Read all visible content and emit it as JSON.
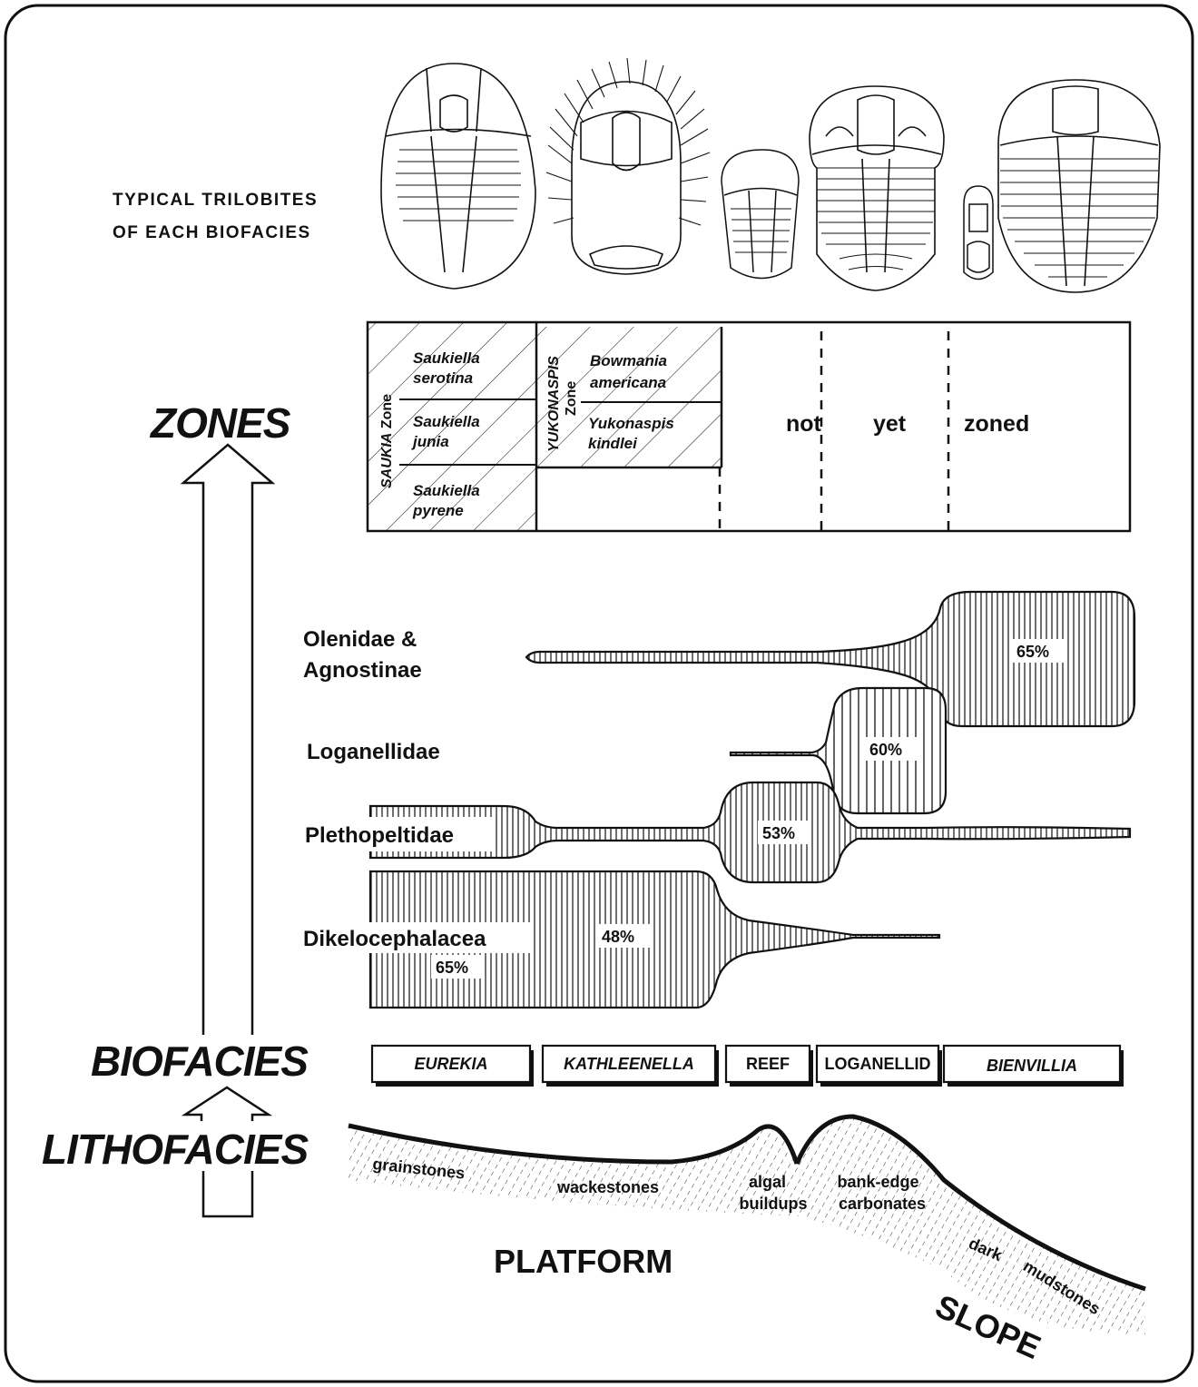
{
  "header": {
    "line1": "TYPICAL TRILOBITES",
    "line2": "OF EACH BIOFACIES"
  },
  "hierarchy": {
    "zones": "ZONES",
    "biofacies": "BIOFACIES",
    "lithofacies": "LITHOFACIES"
  },
  "zones": {
    "saukia_label": "SAUKIA",
    "saukia_zone_word": "Zone",
    "saukia_subzones": [
      {
        "line1": "Saukiella",
        "line2": "serotina"
      },
      {
        "line1": "Saukiella",
        "line2": "junia"
      },
      {
        "line1": "Saukiella",
        "line2": "pyrene"
      }
    ],
    "yukonaspis_label": "YUKONASPIS",
    "yukonaspis_zone_word": "Zone",
    "yukonaspis_subzones": [
      {
        "line1": "Bowmania",
        "line2": "americana"
      },
      {
        "line1": "Yukonaspis",
        "line2": "kindlei"
      }
    ],
    "unzoned": [
      "not",
      "yet",
      "zoned"
    ]
  },
  "taxa": [
    {
      "label_line1": "Olenidae &",
      "label_line2": "Agnostinae",
      "percent": "65%"
    },
    {
      "label_line1": "Loganellidae",
      "label_line2": "",
      "percent": "60%"
    },
    {
      "label_line1": "Plethopeltidae",
      "label_line2": "",
      "percent": "53%"
    },
    {
      "label_line1": "Dikelocephalacea",
      "label_line2": "",
      "percent": "65%",
      "percent2": "48%"
    }
  ],
  "biofacies": [
    {
      "label": "EUREKIA",
      "italic": true
    },
    {
      "label": "KATHLEENELLA",
      "italic": true
    },
    {
      "label": "REEF",
      "italic": false
    },
    {
      "label": "LOGANELLID",
      "italic": false
    },
    {
      "label": "BIENVILLIA",
      "italic": true
    }
  ],
  "lithofacies": {
    "grainstones": "grainstones",
    "wackestones": "wackestones",
    "algal_line1": "algal",
    "algal_line2": "buildups",
    "bank_line1": "bank-edge",
    "bank_line2": "carbonates",
    "dark": "dark",
    "mudstones": "mudstones",
    "platform": "PLATFORM",
    "slope": "SLOPE"
  },
  "trilobite_icons": [
    "trilobite-icon-1",
    "trilobite-icon-2",
    "trilobite-icon-3",
    "trilobite-icon-4",
    "trilobite-icon-5",
    "trilobite-icon-6"
  ]
}
